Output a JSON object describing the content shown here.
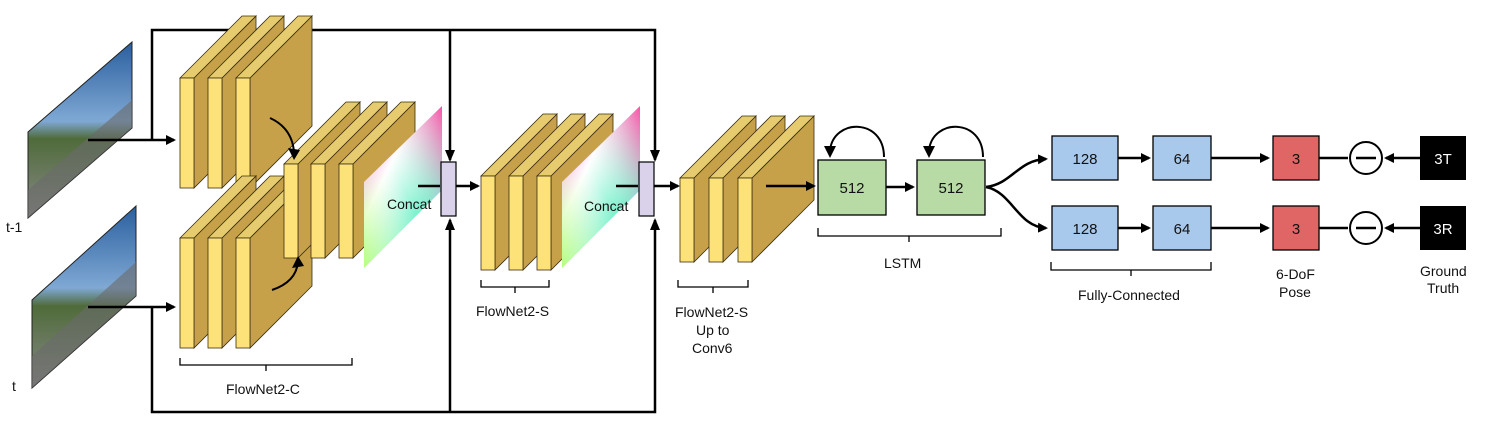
{
  "frames": {
    "prev_label": "t-1",
    "curr_label": "t"
  },
  "flownet_c": {
    "label": "FlowNet2-C",
    "concat_label": "Concat"
  },
  "flownet_s": {
    "label": "FlowNet2-S",
    "concat_label": "Concat"
  },
  "flownet_s_conv6": {
    "line1": "FlowNet2-S",
    "line2": "Up to",
    "line3": "Conv6"
  },
  "lstm": {
    "label": "LSTM",
    "cell1": "512",
    "cell2": "512"
  },
  "fully_connected": {
    "label": "Fully-Connected",
    "top_fc1": "128",
    "top_fc2": "64",
    "bottom_fc1": "128",
    "bottom_fc2": "64"
  },
  "pose": {
    "line1": "6-DoF",
    "line2": "Pose",
    "top_out": "3",
    "bottom_out": "3"
  },
  "ground_truth": {
    "line1": "Ground",
    "line2": "Truth",
    "translation": "3T",
    "rotation": "3R"
  },
  "colors": {
    "conv_face": "#fde27a",
    "conv_side": "#c7a14a",
    "conv_top": "#e6cc6e",
    "lstm_fill": "#b8dba5",
    "fc_fill": "#a9c9ec",
    "pose_fill": "#e06666",
    "truth_fill": "#000000",
    "concat_fill": "#d9d2ea"
  }
}
